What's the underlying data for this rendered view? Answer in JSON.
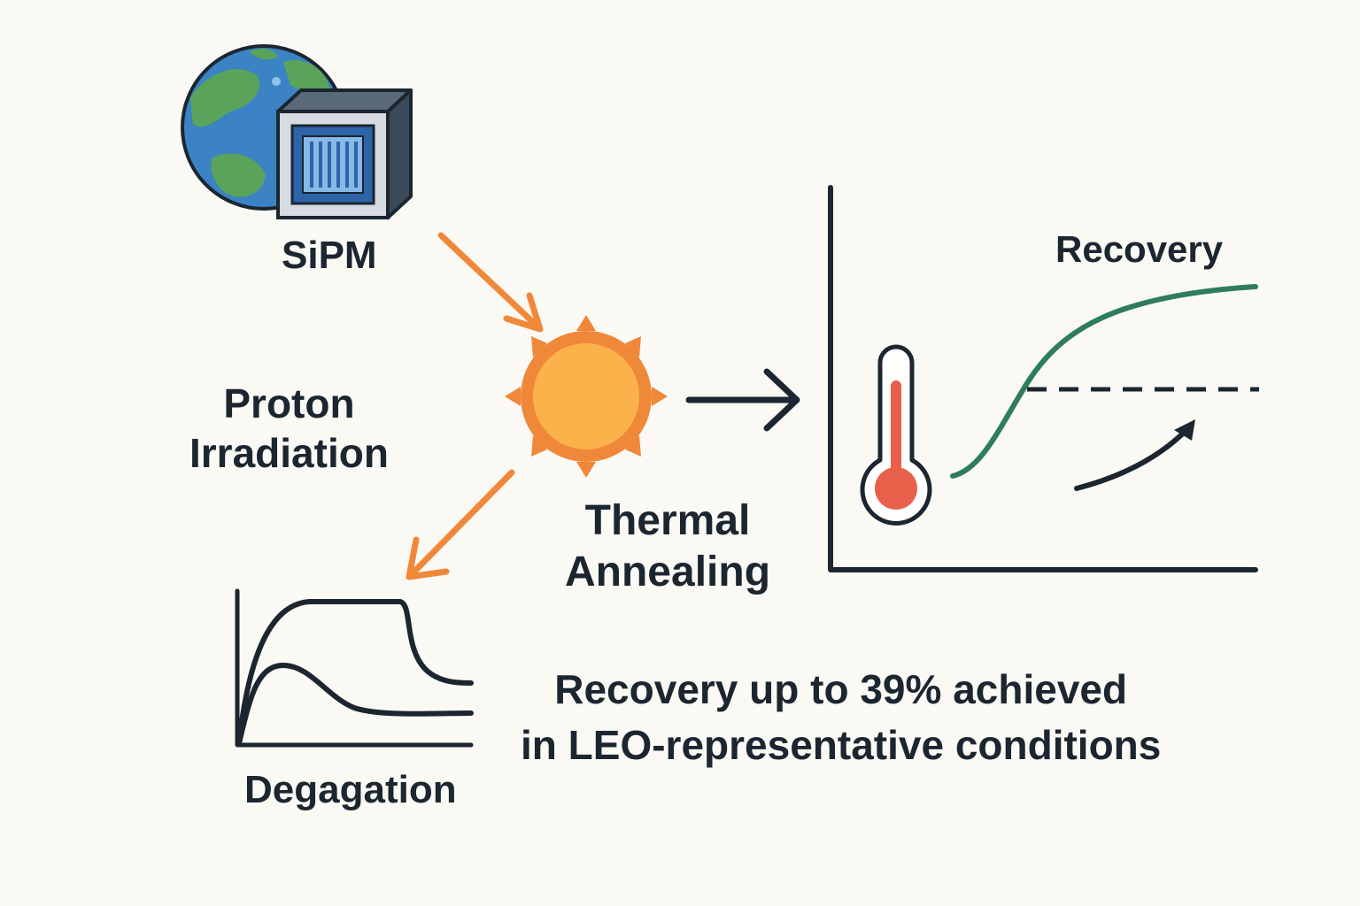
{
  "labels": {
    "sipm": "SiPM",
    "proton_line1": "Proton",
    "proton_line2": "Irradiation",
    "annealing_line1": "Thermal",
    "annealing_line2": "Annealing",
    "recovery": "Recovery",
    "degradation": "Degagation",
    "summary_line1": "Recovery up to 39% achieved",
    "summary_line2": "in LEO-representative conditions"
  },
  "icons": {
    "earth": "earth-icon",
    "sipm_chip": "sipm-chip-icon",
    "sun": "sun-icon",
    "thermometer": "thermometer-icon"
  },
  "colors": {
    "background": "#fbf9f4",
    "text": "#1b2630",
    "arrow_orange": "#f0883a",
    "sun_fill": "#fbb24a",
    "recovery_curve": "#2e7d5b",
    "thermometer_red": "#e8604a",
    "earth_ocean": "#3b83c4",
    "earth_land": "#5aa35a"
  }
}
